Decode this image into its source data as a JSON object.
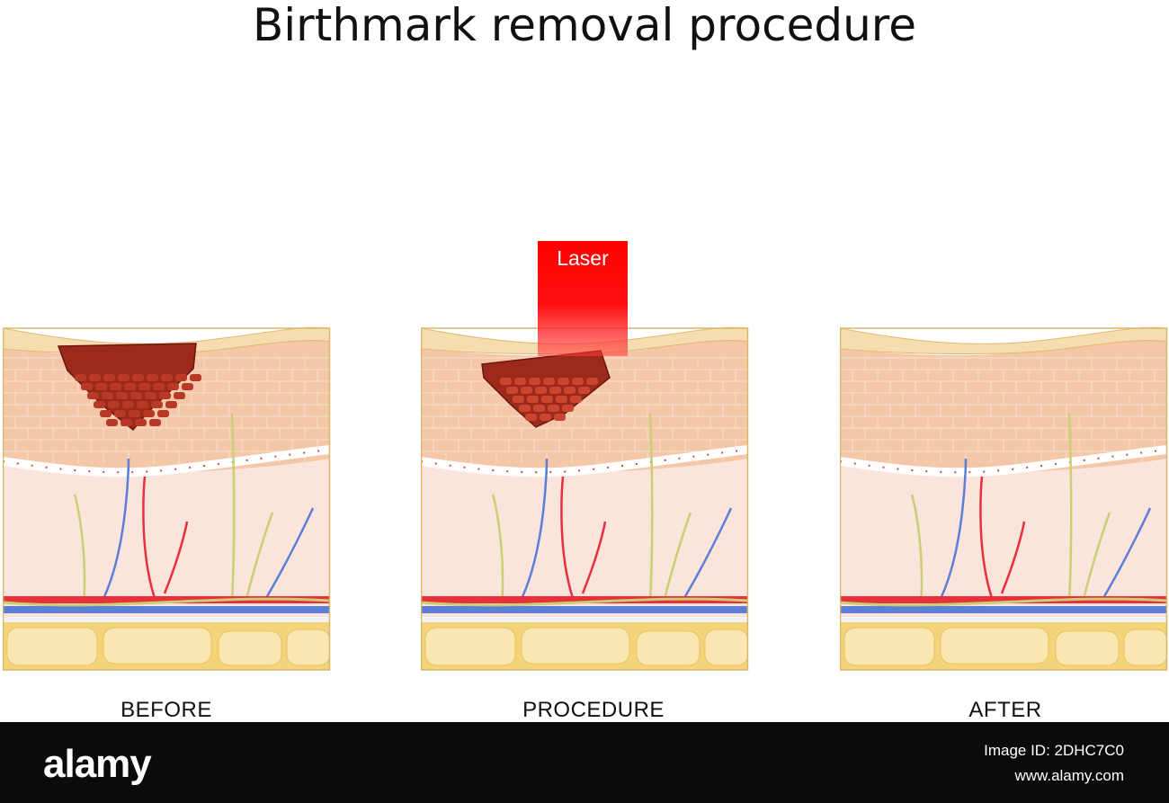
{
  "title": "Birthmark removal procedure",
  "laser_label": "Laser",
  "panels": [
    {
      "caption": "BEFORE",
      "mark": "full"
    },
    {
      "caption": "PROCEDURE",
      "mark": "partial"
    },
    {
      "caption": "AFTER",
      "mark": "none"
    }
  ],
  "colors": {
    "epidermis": "#f6ddb0",
    "cells": "#f3c7a8",
    "dermis": "#fbe4dc",
    "fat": "#f9e6b0",
    "artery": "#e8303a",
    "vein": "#5b7fd6",
    "nerve": "#c9cf73",
    "birthmark": "#9b2a1a",
    "laser": "#ff0000"
  },
  "footer": {
    "brand": "alamy",
    "image_id": "Image ID: 2DHC7C0",
    "url": "www.alamy.com"
  }
}
